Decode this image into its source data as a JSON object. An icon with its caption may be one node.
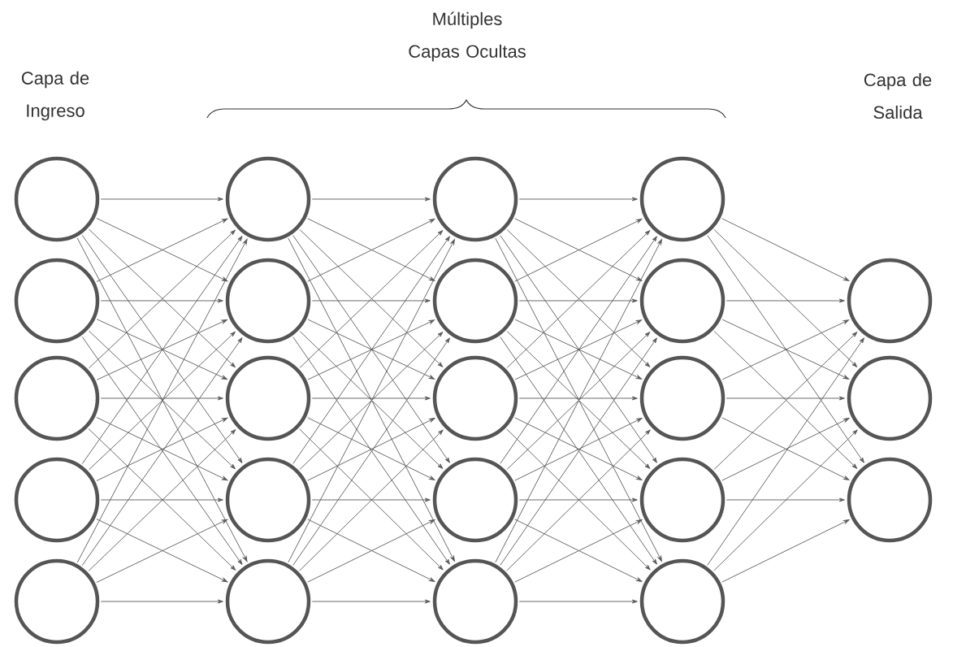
{
  "diagram": {
    "nodes": [
      {
        "text": [],
        "shape": "circle"
      },
      {
        "text": [],
        "shape": "circle"
      },
      {
        "text": [],
        "shape": "circle"
      },
      {
        "text": [],
        "shape": "circle"
      },
      {
        "text": [],
        "shape": "circle"
      },
      {
        "text": [],
        "shape": "circle"
      },
      {
        "text": [],
        "shape": "circle"
      },
      {
        "text": [],
        "shape": "circle"
      },
      {
        "text": [],
        "shape": "circle"
      },
      {
        "text": [],
        "shape": "circle"
      },
      {
        "text": [],
        "shape": "circle"
      },
      {
        "text": [],
        "shape": "circle"
      },
      {
        "text": [],
        "shape": "circle"
      },
      {
        "text": [],
        "shape": "circle"
      },
      {
        "text": [],
        "shape": "circle"
      },
      {
        "text": [],
        "shape": "circle"
      },
      {
        "text": [],
        "shape": "circle"
      },
      {
        "text": [],
        "shape": "circle"
      },
      {
        "text": [],
        "shape": "circle"
      },
      {
        "text": [],
        "shape": "circle"
      },
      {
        "text": [],
        "shape": "circle"
      },
      {
        "text": [],
        "shape": "circle"
      },
      {
        "text": [],
        "shape": "circle"
      }
    ],
    "edges": [
      {
        "from": 0,
        "to": 5,
        "arrow": "to"
      },
      {
        "from": 0,
        "to": 6,
        "arrow": "to"
      },
      {
        "from": 0,
        "to": 7,
        "arrow": "to"
      },
      {
        "from": 0,
        "to": 8,
        "arrow": "to"
      },
      {
        "from": 0,
        "to": 9,
        "arrow": "to"
      },
      {
        "from": 1,
        "to": 5,
        "arrow": "to"
      },
      {
        "from": 1,
        "to": 6,
        "arrow": "to"
      },
      {
        "from": 1,
        "to": 7,
        "arrow": "to"
      },
      {
        "from": 1,
        "to": 8,
        "arrow": "to"
      },
      {
        "from": 1,
        "to": 9,
        "arrow": "to"
      },
      {
        "from": 2,
        "to": 5,
        "arrow": "to"
      },
      {
        "from": 2,
        "to": 6,
        "arrow": "to"
      },
      {
        "from": 2,
        "to": 7,
        "arrow": "to"
      },
      {
        "from": 2,
        "to": 8,
        "arrow": "to"
      },
      {
        "from": 2,
        "to": 9,
        "arrow": "to"
      },
      {
        "from": 3,
        "to": 5,
        "arrow": "to"
      },
      {
        "from": 3,
        "to": 6,
        "arrow": "to"
      },
      {
        "from": 3,
        "to": 7,
        "arrow": "to"
      },
      {
        "from": 3,
        "to": 8,
        "arrow": "to"
      },
      {
        "from": 3,
        "to": 9,
        "arrow": "to"
      },
      {
        "from": 4,
        "to": 5,
        "arrow": "to"
      },
      {
        "from": 4,
        "to": 6,
        "arrow": "to"
      },
      {
        "from": 4,
        "to": 7,
        "arrow": "to"
      },
      {
        "from": 4,
        "to": 8,
        "arrow": "to"
      },
      {
        "from": 4,
        "to": 9,
        "arrow": "to"
      },
      {
        "from": 5,
        "to": 10,
        "arrow": "to"
      },
      {
        "from": 5,
        "to": 11,
        "arrow": "to"
      },
      {
        "from": 5,
        "to": 12,
        "arrow": "to"
      },
      {
        "from": 5,
        "to": 13,
        "arrow": "to"
      },
      {
        "from": 5,
        "to": 14,
        "arrow": "to"
      },
      {
        "from": 6,
        "to": 10,
        "arrow": "to"
      },
      {
        "from": 6,
        "to": 11,
        "arrow": "to"
      },
      {
        "from": 6,
        "to": 12,
        "arrow": "to"
      },
      {
        "from": 6,
        "to": 13,
        "arrow": "to"
      },
      {
        "from": 6,
        "to": 14,
        "arrow": "to"
      },
      {
        "from": 7,
        "to": 10,
        "arrow": "to"
      },
      {
        "from": 7,
        "to": 11,
        "arrow": "to"
      },
      {
        "from": 7,
        "to": 12,
        "arrow": "to"
      },
      {
        "from": 7,
        "to": 13,
        "arrow": "to"
      },
      {
        "from": 7,
        "to": 14,
        "arrow": "to"
      },
      {
        "from": 8,
        "to": 10,
        "arrow": "to"
      },
      {
        "from": 8,
        "to": 11,
        "arrow": "to"
      },
      {
        "from": 8,
        "to": 12,
        "arrow": "to"
      },
      {
        "from": 8,
        "to": 13,
        "arrow": "to"
      },
      {
        "from": 8,
        "to": 14,
        "arrow": "to"
      },
      {
        "from": 9,
        "to": 10,
        "arrow": "to"
      },
      {
        "from": 9,
        "to": 11,
        "arrow": "to"
      },
      {
        "from": 9,
        "to": 12,
        "arrow": "to"
      },
      {
        "from": 9,
        "to": 13,
        "arrow": "to"
      },
      {
        "from": 9,
        "to": 14,
        "arrow": "to"
      },
      {
        "from": 10,
        "to": 15,
        "arrow": "to"
      },
      {
        "from": 10,
        "to": 16,
        "arrow": "to"
      },
      {
        "from": 10,
        "to": 17,
        "arrow": "to"
      },
      {
        "from": 10,
        "to": 18,
        "arrow": "to"
      },
      {
        "from": 10,
        "to": 19,
        "arrow": "to"
      },
      {
        "from": 11,
        "to": 15,
        "arrow": "to"
      },
      {
        "from": 11,
        "to": 16,
        "arrow": "to"
      },
      {
        "from": 11,
        "to": 17,
        "arrow": "to"
      },
      {
        "from": 11,
        "to": 18,
        "arrow": "to"
      },
      {
        "from": 11,
        "to": 19,
        "arrow": "to"
      },
      {
        "from": 12,
        "to": 15,
        "arrow": "to"
      },
      {
        "from": 12,
        "to": 16,
        "arrow": "to"
      },
      {
        "from": 12,
        "to": 17,
        "arrow": "to"
      },
      {
        "from": 12,
        "to": 18,
        "arrow": "to"
      },
      {
        "from": 12,
        "to": 19,
        "arrow": "to"
      },
      {
        "from": 13,
        "to": 15,
        "arrow": "to"
      },
      {
        "from": 13,
        "to": 16,
        "arrow": "to"
      },
      {
        "from": 13,
        "to": 17,
        "arrow": "to"
      },
      {
        "from": 13,
        "to": 18,
        "arrow": "to"
      },
      {
        "from": 13,
        "to": 19,
        "arrow": "to"
      },
      {
        "from": 14,
        "to": 15,
        "arrow": "to"
      },
      {
        "from": 14,
        "to": 16,
        "arrow": "to"
      },
      {
        "from": 14,
        "to": 17,
        "arrow": "to"
      },
      {
        "from": 14,
        "to": 18,
        "arrow": "to"
      },
      {
        "from": 14,
        "to": 19,
        "arrow": "to"
      },
      {
        "from": 15,
        "to": 20,
        "arrow": "to"
      },
      {
        "from": 15,
        "to": 21,
        "arrow": "to"
      },
      {
        "from": 15,
        "to": 22,
        "arrow": "to"
      },
      {
        "from": 16,
        "to": 20,
        "arrow": "to"
      },
      {
        "from": 16,
        "to": 21,
        "arrow": "to"
      },
      {
        "from": 16,
        "to": 22,
        "arrow": "to"
      },
      {
        "from": 17,
        "to": 20,
        "arrow": "to"
      },
      {
        "from": 17,
        "to": 21,
        "arrow": "to"
      },
      {
        "from": 17,
        "to": 22,
        "arrow": "to"
      },
      {
        "from": 18,
        "to": 20,
        "arrow": "to"
      },
      {
        "from": 18,
        "to": 21,
        "arrow": "to"
      },
      {
        "from": 18,
        "to": 22,
        "arrow": "to"
      },
      {
        "from": 19,
        "to": 20,
        "arrow": "to"
      },
      {
        "from": 19,
        "to": 21,
        "arrow": "to"
      },
      {
        "from": 19,
        "to": 22,
        "arrow": "to"
      }
    ],
    "labels": [
      "Múltiples Capas Ocultas",
      "Capa de Ingreso",
      "Capa de Salida"
    ]
  }
}
